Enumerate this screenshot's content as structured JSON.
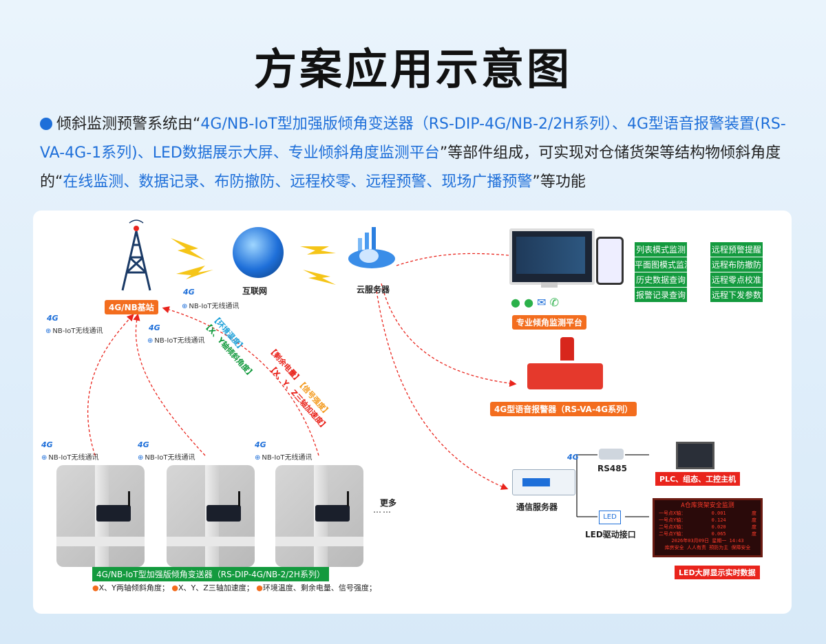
{
  "title": "方案应用示意图",
  "intro": {
    "p1": "倾斜监测预警系统由“",
    "p2": "4G/NB-IoT型加强版倾角变送器（RS-DIP-4G/NB-2/2H系列）、4G型语音报警装置(RS-VA-4G-1系列)、LED数据展示大屏、专业倾斜角度监测平台",
    "p3": "”等部件组成，可实现对仓储货架等结构物倾斜角度的“",
    "p4": "在线监测、数据记录、布防撤防、远程校零、远程预警、现场广播预警",
    "p5": "”等功能"
  },
  "colors": {
    "accent": "#1e6fd9",
    "orange": "#f36d1e",
    "green": "#139a3e",
    "red": "#e9241c"
  },
  "nodes": {
    "base_station": "4G/NB基站",
    "internet": "互联网",
    "cloud": "云服务器",
    "platform": "专业倾角监测平台",
    "alarm": "4G型语音报警器（RS-VA-4G系列）",
    "comm_server": "通信服务器",
    "rs485": "RS485",
    "led_iface": "LED驱动接口",
    "plc": "PLC、组态、工控主机",
    "led_screen": "LED大屏显示实时数据",
    "more": "更多",
    "transmitter": "4G/NB-IoT型加强版倾角变送器（RS-DIP-4G/NB-2/2H系列）"
  },
  "comm": {
    "fourg": "4G",
    "nb": "NB-IoT无线通讯"
  },
  "data_flow": {
    "d1": "【环境温度】",
    "d2": "【X、Y轴倾斜角度】",
    "d3": "【剩余电量】",
    "d4": "【X、Y、Z三轴加速度】",
    "d5": "【信号强度】"
  },
  "features": {
    "left": [
      "列表模式监测",
      "平面图模式监测",
      "历史数据查询",
      "报警记录查询"
    ],
    "right": [
      "远程预警提醒",
      "远程布防撤防",
      "远程零点校准",
      "远程下发参数"
    ]
  },
  "bullets": [
    "X、Y两轴倾斜角度；",
    "X、Y、Z三轴加速度；",
    "环境温度、剩余电量、信号强度；"
  ],
  "led": {
    "title": "A仓库货架安全监测",
    "rows": [
      {
        "k": "一号点X轴：",
        "v": "0.001",
        "u": "度"
      },
      {
        "k": "一号点Y轴：",
        "v": "0.124",
        "u": "度"
      },
      {
        "k": "二号点X轴：",
        "v": "0.020",
        "u": "度"
      },
      {
        "k": "二号点Y轴：",
        "v": "0.065",
        "u": "度"
      }
    ],
    "date": "2026年03月09日 星期一 14:43",
    "slogan": "库房安全 人人有责 预防为主 保障安全"
  }
}
